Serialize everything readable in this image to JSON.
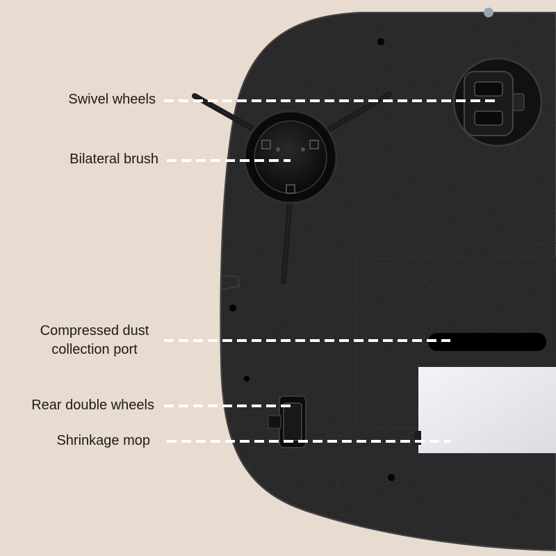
{
  "background_color": "#e8dcd0",
  "robot_color": "#0d0d0e",
  "callout_line_color": "#ffffff",
  "labels": {
    "swivel_wheels": "Swivel wheels",
    "bilateral_brush": "Bilateral brush",
    "dust_port_line1": "Compressed dust",
    "dust_port_line2": "collection port",
    "rear_wheels": "Rear double wheels",
    "shrinkage_mop": "Shrinkage mop"
  }
}
